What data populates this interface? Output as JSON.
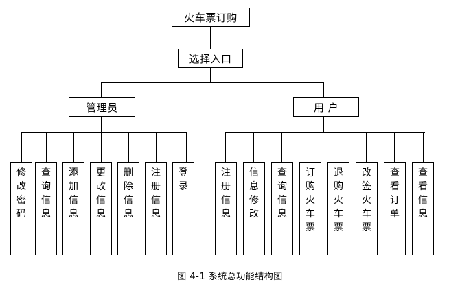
{
  "figure": {
    "root": {
      "label": "火车票订购"
    },
    "entry": {
      "label": "选择入口"
    },
    "branches": [
      {
        "label": "管理员",
        "leaves": [
          {
            "label": "修改密码"
          },
          {
            "label": "查询信息"
          },
          {
            "label": "添加信息"
          },
          {
            "label": "更改信息"
          },
          {
            "label": "删除信息"
          },
          {
            "label": "注册信息"
          },
          {
            "label": "登录"
          }
        ]
      },
      {
        "label": "用 户",
        "leaves": [
          {
            "label": "注册信息"
          },
          {
            "label": "信息修改"
          },
          {
            "label": "查询信息"
          },
          {
            "label": "订购火车票"
          },
          {
            "label": "退购火车票"
          },
          {
            "label": "改签火车票"
          },
          {
            "label": "查看订单"
          },
          {
            "label": "查看信息"
          }
        ]
      }
    ],
    "caption": "图 4-1 系统总功能结构图",
    "colors": {
      "background": "#ffffff",
      "line": "#000000",
      "text": "#000000"
    }
  }
}
